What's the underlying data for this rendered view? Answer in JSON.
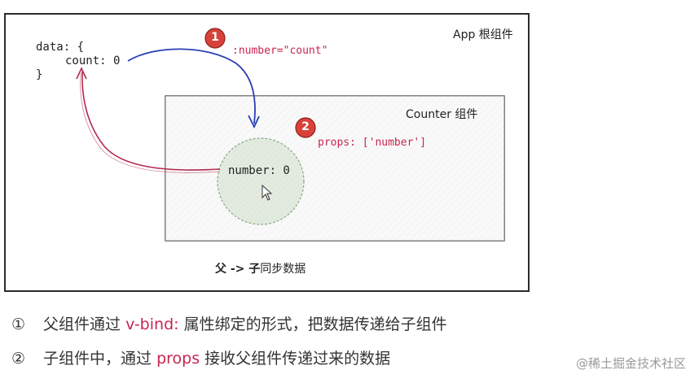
{
  "diagram": {
    "app_label": "App 根组件",
    "code_line_1": "data: {",
    "code_line_2": "count: 0",
    "code_line_3": "}",
    "binding_label": ":number=\"count\"",
    "counter_label": "Counter 组件",
    "props_label": "props: ['number']",
    "circle_label": "number: 0",
    "caption_part_1": "父 -> 子",
    "caption_part_2": "同步数据",
    "step_1": "1",
    "step_2": "2"
  },
  "notes": [
    {
      "marker": "①",
      "prefix": "父组件通过 ",
      "highlight": "v-bind:",
      "suffix": " 属性绑定的形式，把数据传递给子组件"
    },
    {
      "marker": "②",
      "prefix": "子组件中，通过 ",
      "highlight": "props",
      "suffix": " 接收父组件传递过来的数据"
    }
  ],
  "watermark": "@稀土掘金技术社区",
  "colors": {
    "accent_red": "#c7254e",
    "badge_red": "#d9423b",
    "arrow_blue": "#2a3fb3",
    "arrow_crimson": "#b3294e",
    "circle_fill": "#dfe8dc"
  }
}
